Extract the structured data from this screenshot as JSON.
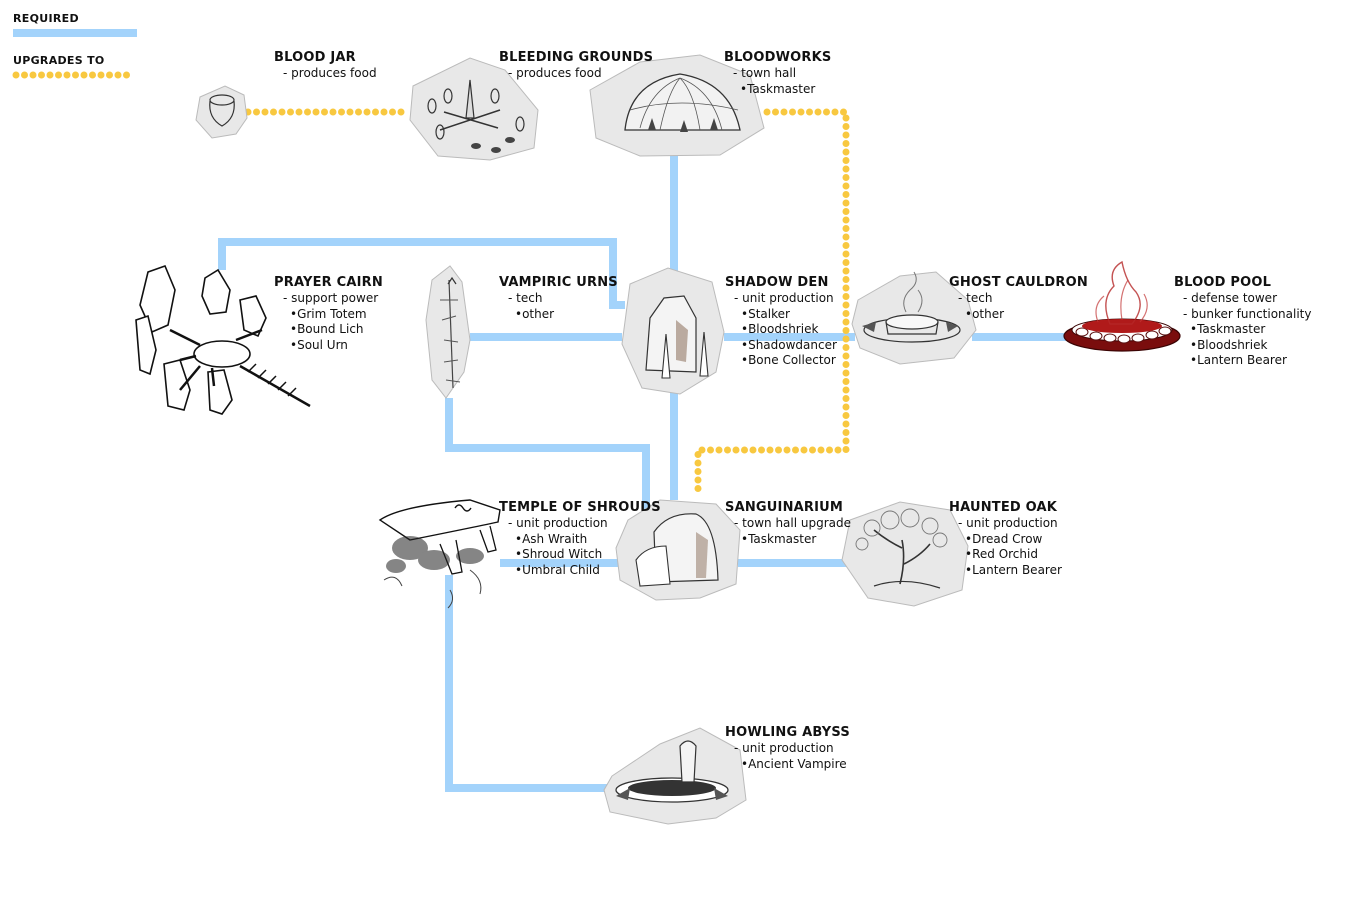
{
  "legend": {
    "required_label": "REQUIRED",
    "upgrades_label": "UPGRADES TO",
    "required_color": "#a3d3fb",
    "upgrades_color": "#f8c840"
  },
  "buildings": {
    "blood_jar": {
      "title": "BLOOD JAR",
      "role": "produces food",
      "items": []
    },
    "bleeding_grounds": {
      "title": "BLEEDING GROUNDS",
      "role": "produces food",
      "items": []
    },
    "bloodworks": {
      "title": "BLOODWORKS",
      "role": "town hall",
      "items": [
        "Taskmaster"
      ]
    },
    "prayer_cairn": {
      "title": "PRAYER CAIRN",
      "role": "support power",
      "items": [
        "Grim Totem",
        "Bound Lich",
        "Soul Urn"
      ]
    },
    "vampiric_urns": {
      "title": "VAMPIRIC URNS",
      "role": "tech",
      "items": [
        "other"
      ]
    },
    "shadow_den": {
      "title": "SHADOW DEN",
      "role": "unit production",
      "items": [
        "Stalker",
        "Bloodshriek",
        "Shadowdancer",
        "Bone Collector"
      ]
    },
    "ghost_cauldron": {
      "title": "GHOST CAULDRON",
      "role": "tech",
      "items": [
        "other"
      ]
    },
    "blood_pool": {
      "title": "BLOOD POOL",
      "role": "defense tower",
      "role2": "bunker functionality",
      "items": [
        "Taskmaster",
        "Bloodshriek",
        "Lantern Bearer"
      ]
    },
    "temple_of_shrouds": {
      "title": "TEMPLE OF SHROUDS",
      "role": "unit production",
      "items": [
        "Ash Wraith",
        "Shroud Witch",
        "Umbral Child"
      ]
    },
    "sanguinarium": {
      "title": "SANGUINARIUM",
      "role": "town hall upgrade",
      "items": [
        "Taskmaster"
      ]
    },
    "haunted_oak": {
      "title": "HAUNTED OAK",
      "role": "unit production",
      "items": [
        "Dread Crow",
        "Red Orchid",
        "Lantern Bearer"
      ]
    },
    "howling_abyss": {
      "title": "HOWLING ABYSS",
      "role": "unit production",
      "items": [
        "Ancient Vampire"
      ]
    }
  }
}
